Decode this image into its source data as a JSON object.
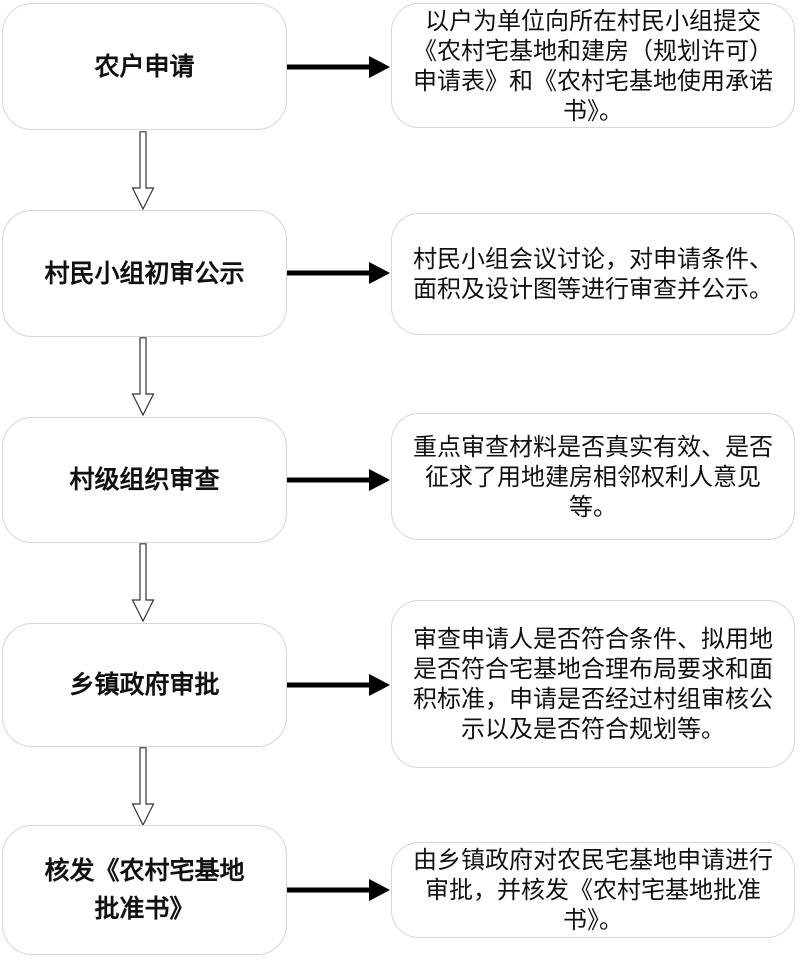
{
  "diagram": {
    "type": "flowchart",
    "language": "zh-CN",
    "topic": "农村宅基地申请审批流程",
    "colors": {
      "background": "#ffffff",
      "box_border": "#d6d6d6",
      "arrow": "#000000",
      "text": "#111111"
    },
    "icons": {
      "flow_arrow": "right-arrow-icon",
      "step_connector": "down-arrow-icon"
    },
    "rows": [
      {
        "step": "农户申请",
        "desc": "以户为单位向所在村民小组提交《农村宅基地和建房（规划许可）申请表》和《农村宅基地使用承诺书》。"
      },
      {
        "step": "村民小组初审公示",
        "desc": "村民小组会议讨论，对申请条件、面积及设计图等进行审查并公示。"
      },
      {
        "step": "村级组织审查",
        "desc": "重点审查材料是否真实有效、是否征求了用地建房相邻权利人意见等。"
      },
      {
        "step": "乡镇政府审批",
        "desc": "审查申请人是否符合条件、拟用地是否符合宅基地合理布局要求和面积标准，申请是否经过村组审核公示以及是否符合规划等。"
      },
      {
        "step": "核发《农村宅基地批准书》",
        "desc": "由乡镇政府对农民宅基地申请进行审批，并核发《农村宅基地批准书》。"
      }
    ]
  }
}
